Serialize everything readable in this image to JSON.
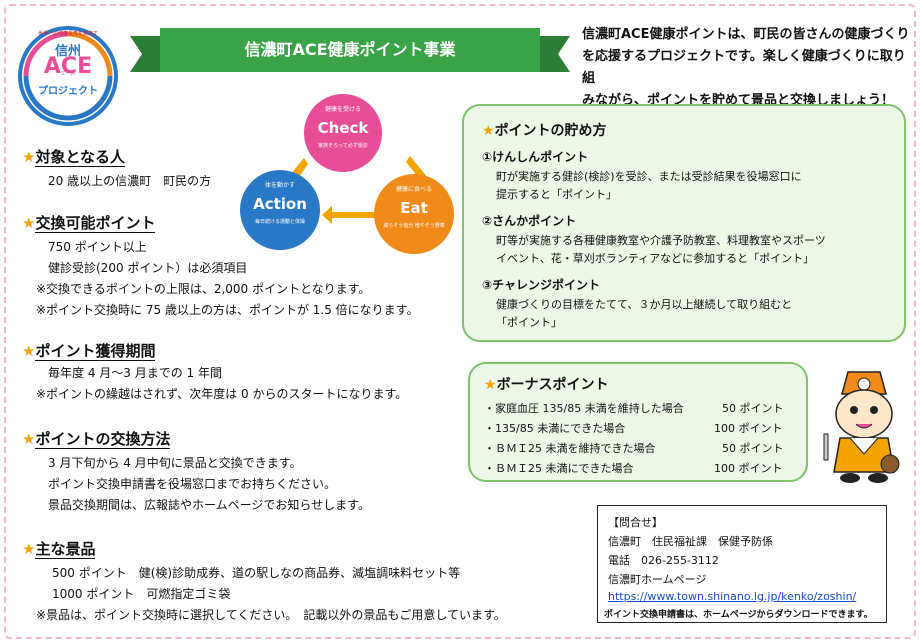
{
  "logo": {
    "top_text": "世界一の健康長寿を目指す",
    "main1": "信州",
    "main2": "ACE",
    "main3": "プロジェクト",
    "badge": "エース"
  },
  "banner": {
    "title": "信濃町ACE健康ポイント事業"
  },
  "intro": {
    "lines": [
      "信濃町ACE健康ポイントは、町民の皆さんの健康づくり",
      "を応援するプロジェクトです。楽しく健康づくりに取り組",
      "みながら、ポイントを貯めて景品と交換しましょう！"
    ]
  },
  "cycle": {
    "check": {
      "sub": "健康を受ける",
      "main": "Check",
      "note": "家族そろって必ず受診"
    },
    "action": {
      "sub": "体を動かす",
      "main": "Action",
      "note": "毎日続ける運動と体操"
    },
    "eat": {
      "sub": "健康に食べる",
      "main": "Eat",
      "note": "減らそう塩分 増やそう野菜"
    }
  },
  "sections": {
    "target": {
      "title": "対象となる人",
      "lines": [
        "20 歳以上の信濃町　町民の方"
      ]
    },
    "exchange": {
      "title": "交換可能ポイント",
      "lines": [
        "750 ポイント以上",
        "健診受診(200 ポイント）は必須項目",
        "※交換できるポイントの上限は、2,000 ポイントとなります。",
        "※ポイント交換時に 75 歳以上の方は、ポイントが 1.5 倍になります。"
      ]
    },
    "period": {
      "title": "ポイント獲得期間",
      "lines": [
        "毎年度 4 月～3 月までの 1 年間",
        "※ポイントの繰越はされず、次年度は 0 からのスタートになります。"
      ]
    },
    "method": {
      "title": "ポイントの交換方法",
      "lines": [
        "3 月下旬から 4 月中旬に景品と交換できます。",
        "ポイント交換申請書を役場窓口までお持ちください。",
        "景品交換期間は、広報誌やホームページでお知らせします。"
      ]
    },
    "prizes": {
      "title": "主な景品",
      "lines": [
        "500 ポイント　健(検)診助成券、道の駅しなの商品券、減塩調味料セット等",
        "1000 ポイント　可燃指定ゴミ袋",
        "※景品は、ポイント交換時に選択してください。　記載以外の景品もご用意しています。"
      ]
    }
  },
  "earn": {
    "title": "ポイントの貯め方",
    "items": [
      {
        "head": "①けんしんポイント",
        "lines": [
          "町が実施する健診(検診)を受診、または受診結果を役場窓口に",
          "提示すると「ポイント」"
        ]
      },
      {
        "head": "②さんかポイント",
        "lines": [
          "町等が実施する各種健康教室や介護予防教室、料理教室やスポーツ",
          "イベント、花・草刈ボランティアなどに参加すると「ポイント」"
        ]
      },
      {
        "head": "③チャレンジポイント",
        "lines": [
          "健康づくりの目標をたてて、３か月以上継続して取り組むと",
          "「ポイント」"
        ]
      }
    ]
  },
  "bonus": {
    "title": "ボーナスポイント",
    "rows": [
      {
        "label": "・家庭血圧 135/85 未満を維持した場合",
        "points": "50 ポイント"
      },
      {
        "label": "・135/85 未満にできた場合",
        "points": "100 ポイント"
      },
      {
        "label": "・ＢＭＩ25 未満を維持できた場合",
        "points": "50 ポイント"
      },
      {
        "label": "・ＢＭＩ25 未満にできた場合",
        "points": "100 ポイント"
      }
    ]
  },
  "contact": {
    "title": "【問合せ】",
    "dept": "信濃町　住民福祉課　保健予防係",
    "tel": "電話　026-255-3112",
    "hp": "信濃町ホームページ",
    "url": "https://www.town.shinano.lg.jp/kenko/zoshin/",
    "note": "ポイント交換申請書は、ホームページからダウンロードできます。"
  },
  "star": "★",
  "colors": {
    "banner": "#3aa347",
    "panel_border": "#7cc36a",
    "panel_bg": "#edf7e8",
    "star": "#f3a400"
  }
}
